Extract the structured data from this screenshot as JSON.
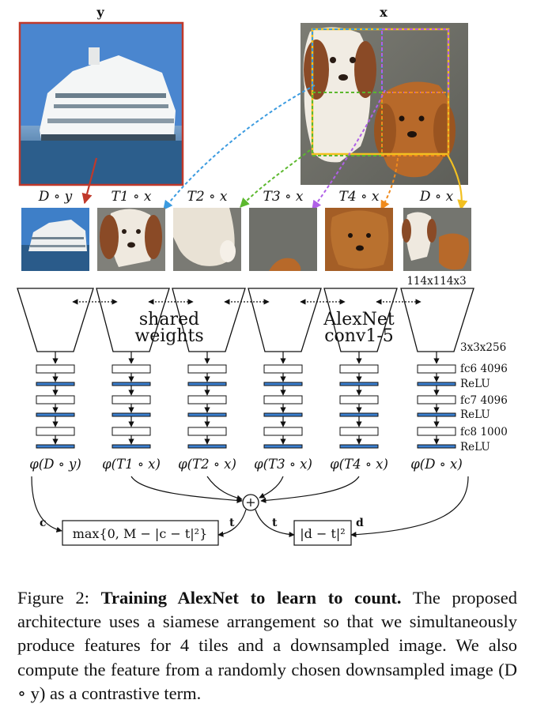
{
  "inputs": {
    "y_label": "y",
    "x_label": "x"
  },
  "tiles": [
    {
      "label": "D ∘ y"
    },
    {
      "label": "T1 ∘ x"
    },
    {
      "label": "T2 ∘ x"
    },
    {
      "label": "T3 ∘ x"
    },
    {
      "label": "T4 ∘ x"
    },
    {
      "label": "D ∘ x"
    }
  ],
  "tile_size_label": "114x114x3",
  "network": {
    "shared_label_line1": "shared",
    "shared_label_line2": "weights",
    "alexnet_label_line1": "AlexNet",
    "alexnet_label_line2": "conv1-5",
    "layers": [
      "3x3x256",
      "fc6 4096",
      "ReLU",
      "fc7 4096",
      "ReLU",
      "fc8 1000",
      "ReLU"
    ]
  },
  "outputs": [
    "φ(D ∘ y)",
    "φ(T1 ∘ x)",
    "φ(T2 ∘ x)",
    "φ(T3 ∘ x)",
    "φ(T4 ∘ x)",
    "φ(D ∘ x)"
  ],
  "loss": {
    "c_label": "c",
    "t_label_left": "t",
    "t_label_right": "t",
    "d_label": "d",
    "left_box": "max{0, M − |c − t|²}",
    "right_box": "|d − t|²",
    "sum_symbol": "+"
  },
  "caption": {
    "prefix": "Figure 2: ",
    "bold": "Training AlexNet to learn to count.",
    "rest": " The proposed architecture uses a siamese arrangement so that we simultaneously produce features for 4 tiles and a downsampled image. We also compute the feature from a randomly chosen downsampled image (D ∘ y) as a contrastive term."
  },
  "colors": {
    "red": "#c0392b",
    "blue": "#3b9be0",
    "green": "#5cb82e",
    "purple": "#b060e8",
    "orange": "#f08a1c",
    "yellow": "#f2c021",
    "relu": "#3a7fd0"
  }
}
